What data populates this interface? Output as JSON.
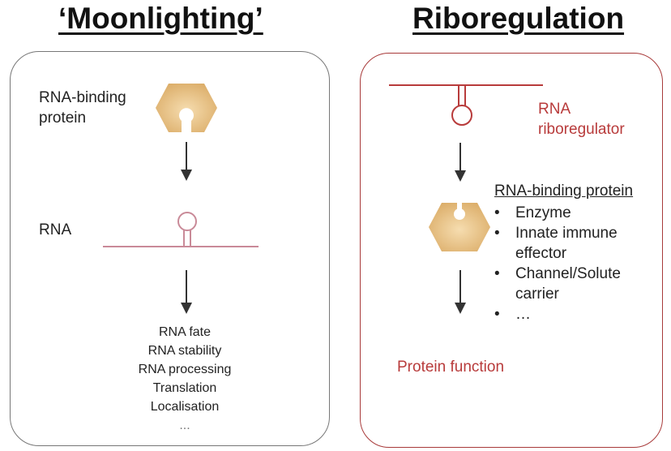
{
  "left": {
    "title": "‘Moonlighting’",
    "protein_label_line1": "RNA-binding",
    "protein_label_line2": "protein",
    "rna_label": "RNA",
    "outcomes": [
      "RNA fate",
      "RNA stability",
      "RNA processing",
      "Translation",
      "Localisation",
      "..."
    ]
  },
  "right": {
    "title": "Riboregulation",
    "riboregulator_line1": "RNA",
    "riboregulator_line2": "riboregulator",
    "rbp_heading": "RNA-binding protein",
    "rbp_items": [
      [
        "Enzyme"
      ],
      [
        "Innate immune",
        "effector"
      ],
      [
        "Channel/Solute",
        "carrier"
      ],
      [
        "…"
      ]
    ],
    "result_label": "Protein function"
  },
  "colors": {
    "protein_fill": "#e8c48c",
    "rna_left": "#c98a98",
    "rna_right": "#b83b3b",
    "arrow": "#333333",
    "left_border": "#777777",
    "right_border": "#a83a3a"
  }
}
